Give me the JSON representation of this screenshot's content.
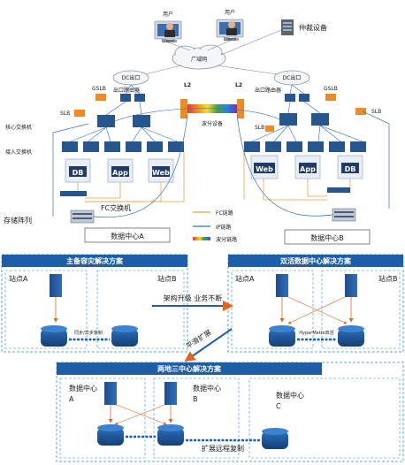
{
  "top": {
    "users": [
      "用户",
      "用户"
    ],
    "client": "Client",
    "arbitration": "仲裁设备",
    "wan": "广域网",
    "dc_exit": "DC出口",
    "gslb": "GSLB",
    "exit_router": "出口路由器",
    "l2": "L2",
    "slb": "SLB",
    "core_switch": "核心交换机",
    "access_switch": "接入交换机",
    "wdm": "波分设备",
    "fc_switch": "FC交换机",
    "storage_array": "存储阵列",
    "servers_a": [
      "DB",
      "App",
      "Web"
    ],
    "servers_b": [
      "Web",
      "App",
      "DB"
    ],
    "legend": {
      "fc": "FC链路",
      "ip": "IP链路",
      "wdm_link": "波分链路"
    },
    "dc_a": "数据中心A",
    "dc_b": "数据中心B"
  },
  "bottom": {
    "active_standby": {
      "title": "主备容灾解决方案",
      "site_a": "站点A",
      "site_b": "站点B",
      "replication": "同步/异步复制"
    },
    "active_active": {
      "title": "双活数据中心解决方案",
      "site_a": "站点A",
      "site_b": "站点B",
      "link": "HyperMetro双活"
    },
    "upgrade": "架构升级 业务不断",
    "smooth_expand": "平滑扩展",
    "three_dc": {
      "title": "两地三中心解决方案",
      "dc_a": "数据中心\nA",
      "dc_b": "数据中心\nB",
      "dc_c": "数据中心\nC",
      "remote": "扩展远程复制"
    }
  },
  "colors": {
    "navy": "#1f3b66",
    "blue": "#2f6fc2",
    "orange": "#e07a1f",
    "dashed_blue": "#2f8fd8",
    "banner": "#1e5ea8"
  }
}
